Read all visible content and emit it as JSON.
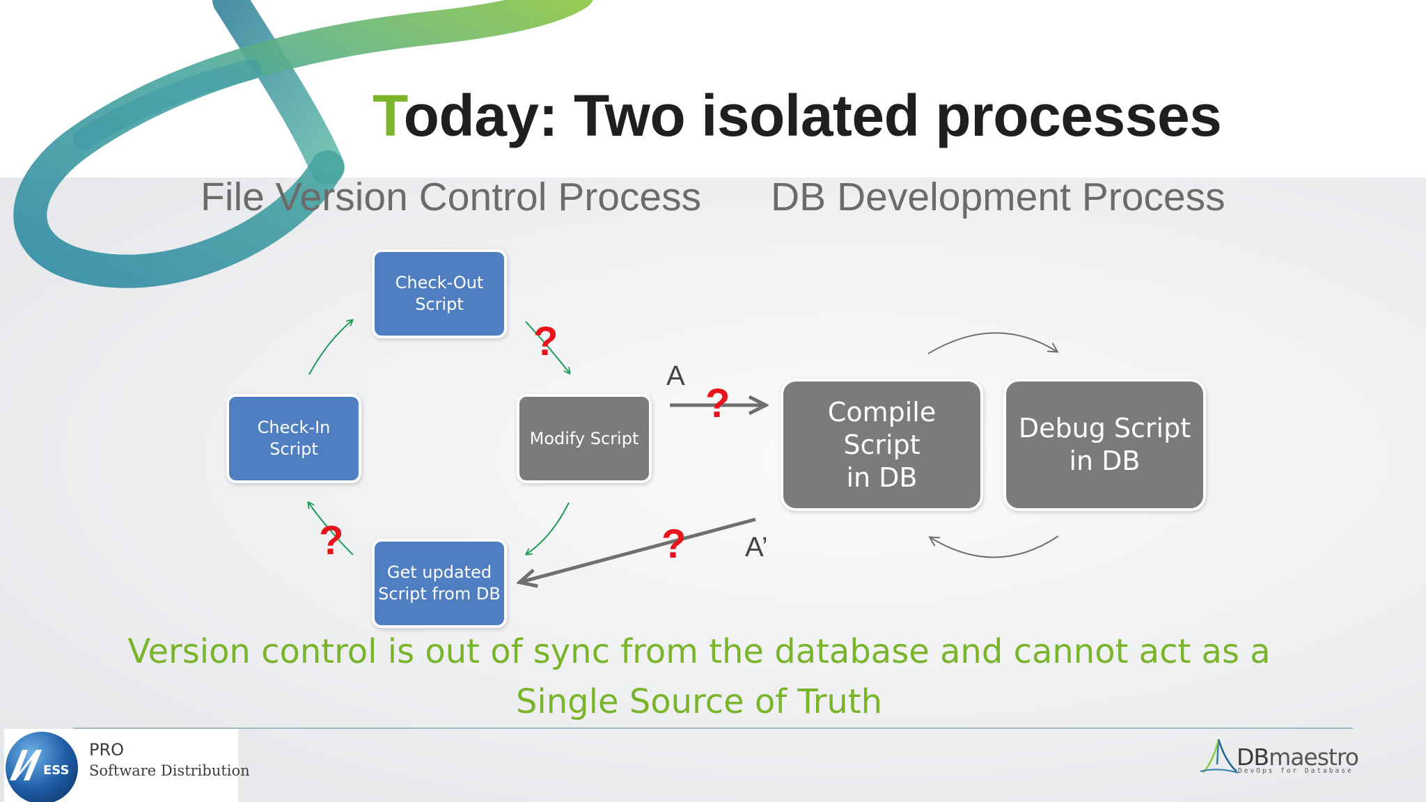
{
  "slide": {
    "title_first_letter": "T",
    "title_rest": "oday: Two isolated processes",
    "subtitle_left": "File Version Control Process",
    "subtitle_right": "DB Development Process"
  },
  "diagram": {
    "boxes": {
      "checkout": "Check-Out\nScript",
      "checkin": "Check-In\nScript",
      "modify": "Modify Script",
      "get_updated": "Get updated\nScript from DB",
      "compile": "Compile\nScript\nin DB",
      "debug": "Debug Script\nin DB"
    },
    "labels": {
      "a": "A",
      "a_prime": "A’"
    },
    "question_mark": "?"
  },
  "conclusion": "Version control is out of sync from the database and cannot act as a Single Source of Truth",
  "footer": {
    "left_logo_line1": "PRO",
    "left_logo_line2": "Software Distribution",
    "left_logo_globe_text": "ESS",
    "right_logo_bold": "DB",
    "right_logo_thin": "maestro",
    "right_logo_tagline": "DevOps for Database"
  },
  "colors": {
    "accent_green": "#7ab42b",
    "box_blue": "#4f7fc1",
    "box_gray": "#7b7b7b",
    "question_red": "#e8141b"
  }
}
